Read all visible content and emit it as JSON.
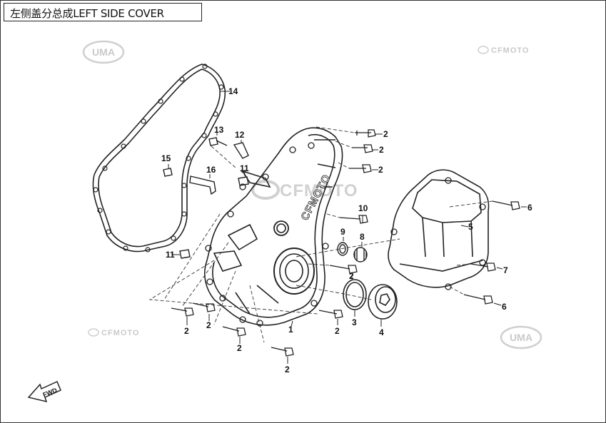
{
  "title": "左侧盖分总成LEFT SIDE COVER",
  "watermarks": {
    "uma_logo": "UMA",
    "cfmoto_small": "CFMOTO",
    "cfmoto_center": "CFMOTO",
    "cover_cast_text": "CFMOTO"
  },
  "fwd_label": "FWD",
  "callouts": {
    "n1": "1",
    "n2": "2",
    "n3": "3",
    "n4": "4",
    "n5": "5",
    "n6": "6",
    "n7": "7",
    "n8": "8",
    "n9": "9",
    "n10": "10",
    "n11": "11",
    "n12": "12",
    "n13": "13",
    "n14": "14",
    "n15": "15",
    "n16": "16"
  },
  "colors": {
    "line": "#222222",
    "watermark": "#c9c9c9",
    "background": "#ffffff"
  }
}
